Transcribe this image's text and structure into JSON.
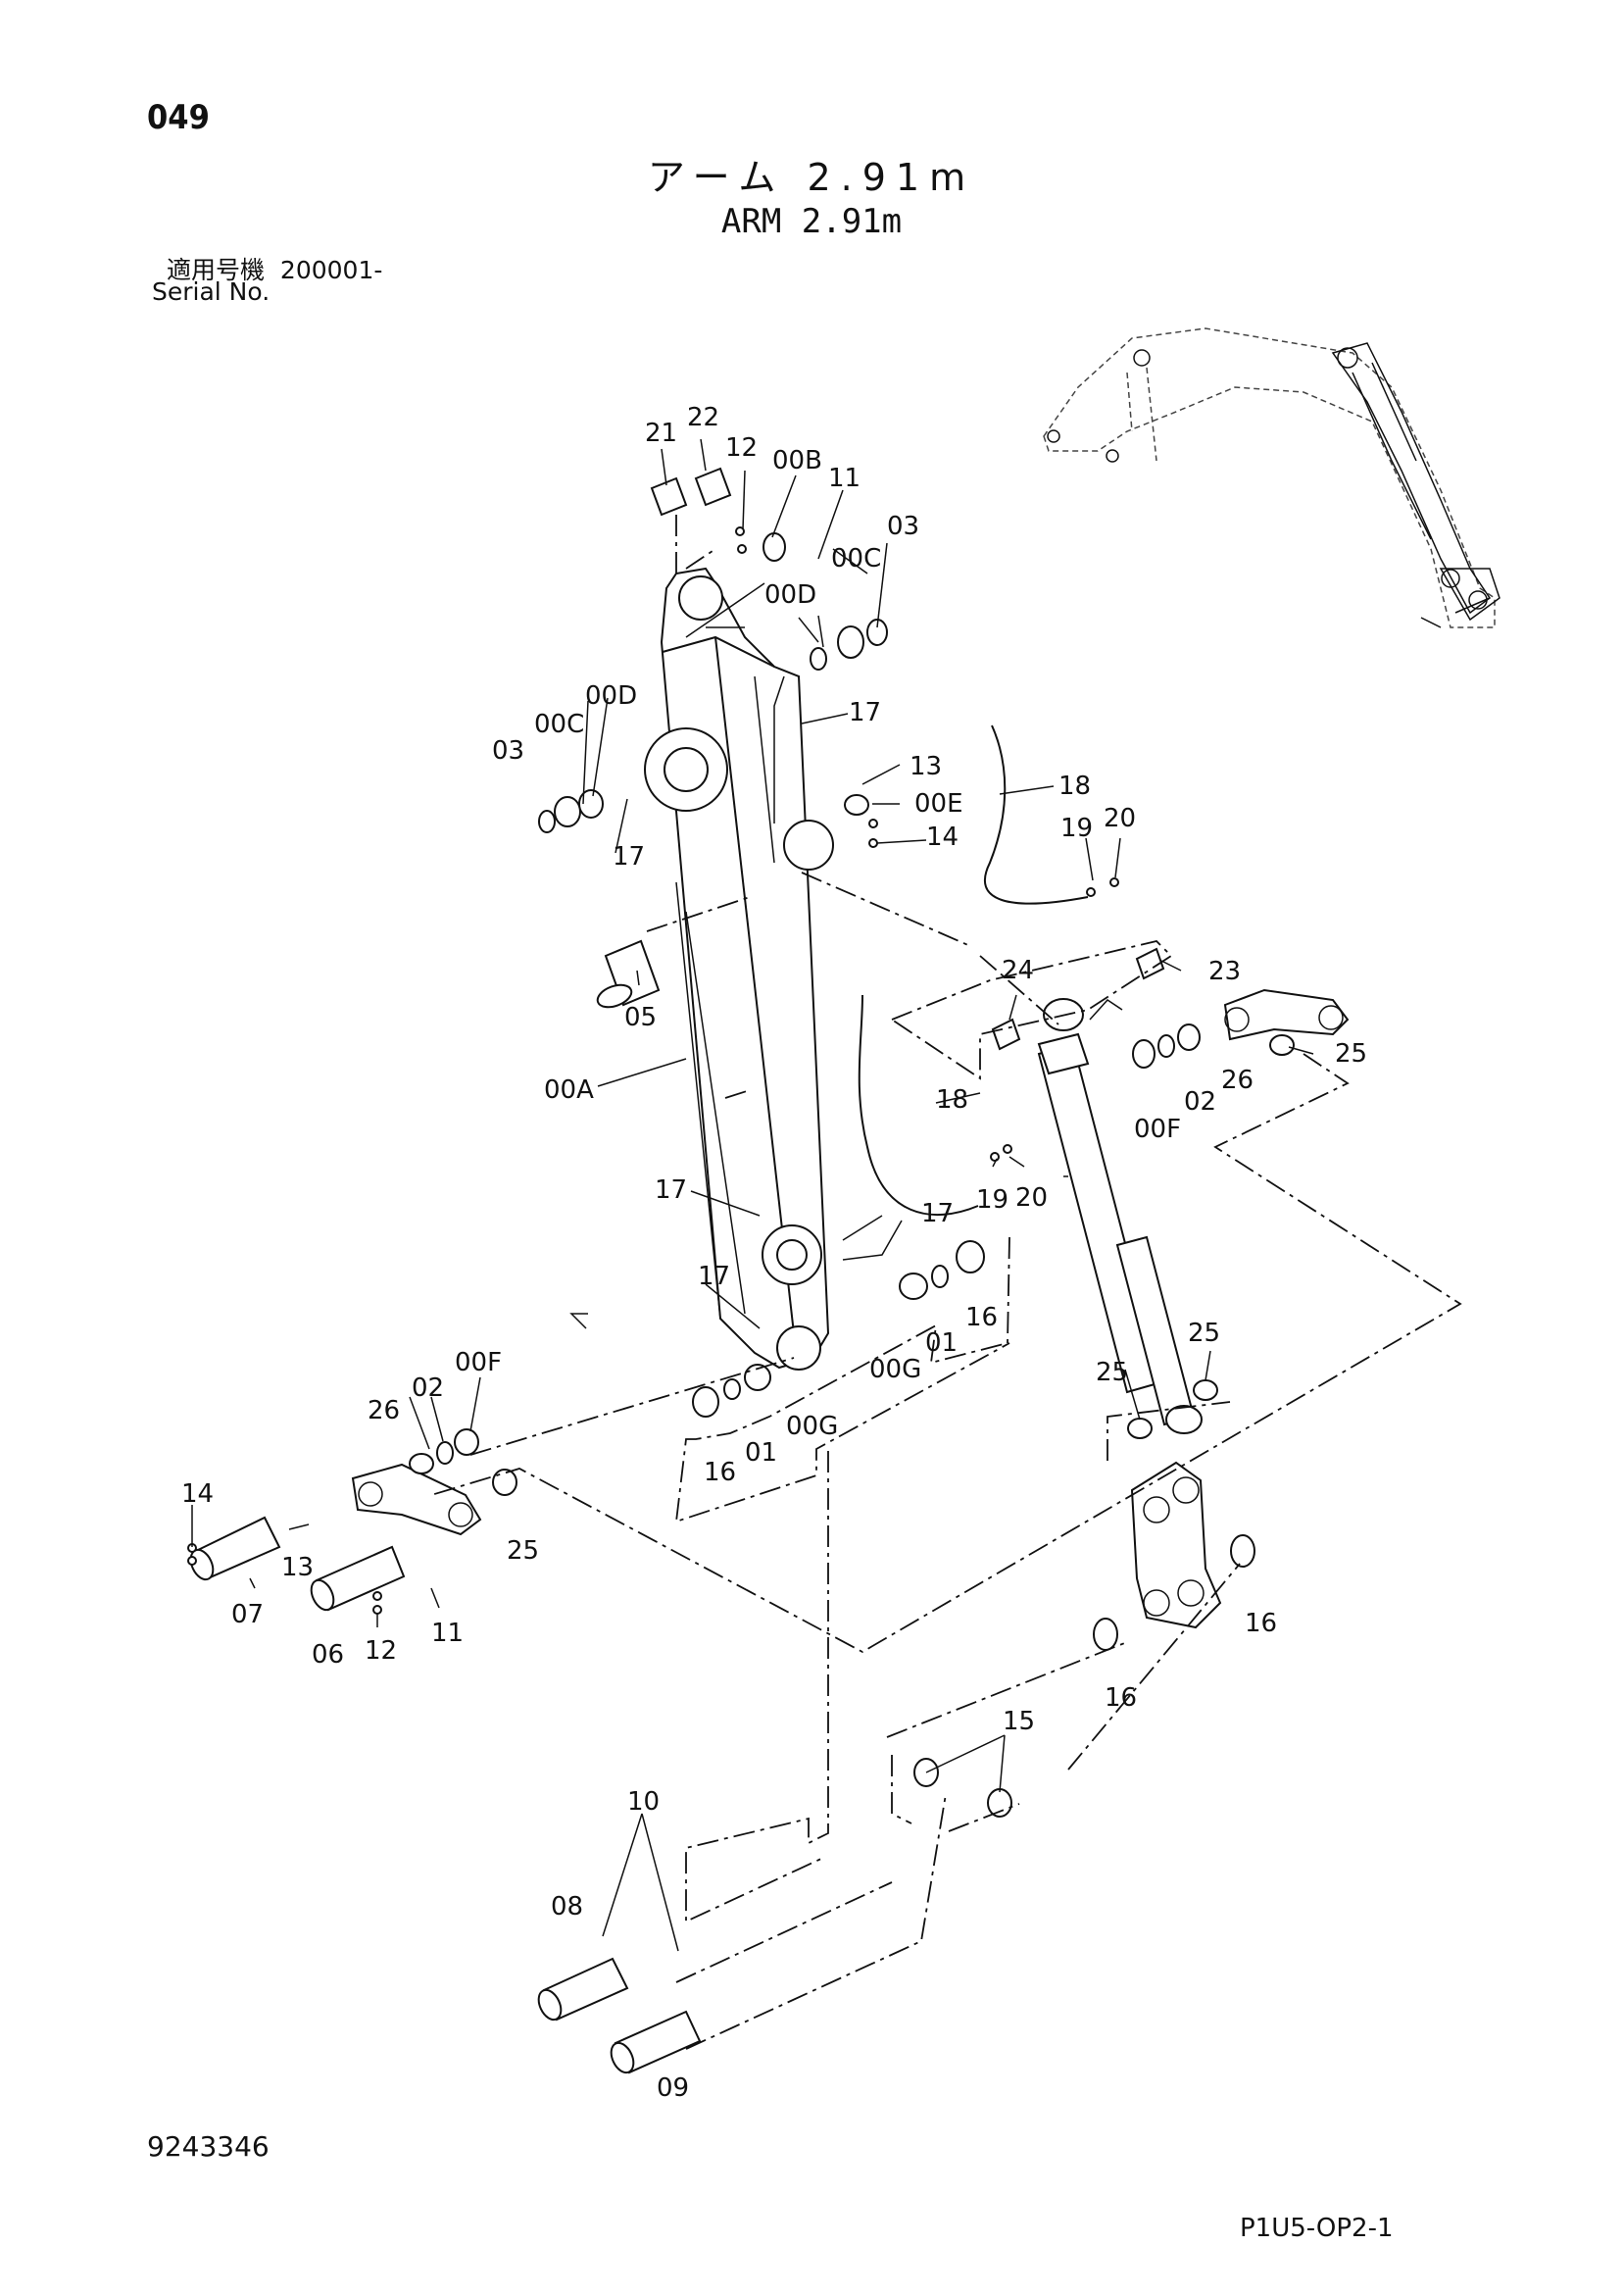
{
  "page_number": "049",
  "title_jp": "アーム 2.91m",
  "title_en": "ARM 2.91m",
  "serial": {
    "label_jp": "適用号機",
    "value": "200001-",
    "label_en": "Serial No."
  },
  "doc_id": "9243346",
  "sheet_id": "P1U5-OP2-1",
  "callouts": {
    "c21": "21",
    "c22": "22",
    "c12a": "12",
    "c00B": "00B",
    "c11a": "11",
    "c03a": "03",
    "c00Ca": "00C",
    "c00Da": "00D",
    "c00Db": "00D",
    "c00Cb": "00C",
    "c03b": "03",
    "c17a": "17",
    "c17b": "17",
    "c13a": "13",
    "c00E": "00E",
    "c14a": "14",
    "c18a": "18",
    "c19a": "19",
    "c20a": "20",
    "c23": "23",
    "c24": "24",
    "c05": "05",
    "c25a": "25",
    "c26a": "26",
    "c02a": "02",
    "c00Fa": "00F",
    "c00A": "00A",
    "c18b": "18",
    "c19b": "19",
    "c20b": "20",
    "c17c": "17",
    "c17d": "17",
    "c17e": "17",
    "c16a": "16",
    "c01a": "01",
    "c00Ga": "00G",
    "c00Fb": "00F",
    "c02b": "02",
    "c26b": "26",
    "c25b": "25",
    "c25c": "25",
    "c16b": "16",
    "c01b": "01",
    "c00Gb": "00G",
    "c14b": "14",
    "c13b": "13",
    "c07": "07",
    "c06": "06",
    "c12b": "12",
    "c11b": "11",
    "c25d": "25",
    "c16c": "16",
    "c16d": "16",
    "c15": "15",
    "c10": "10",
    "c08": "08",
    "c09": "09"
  }
}
